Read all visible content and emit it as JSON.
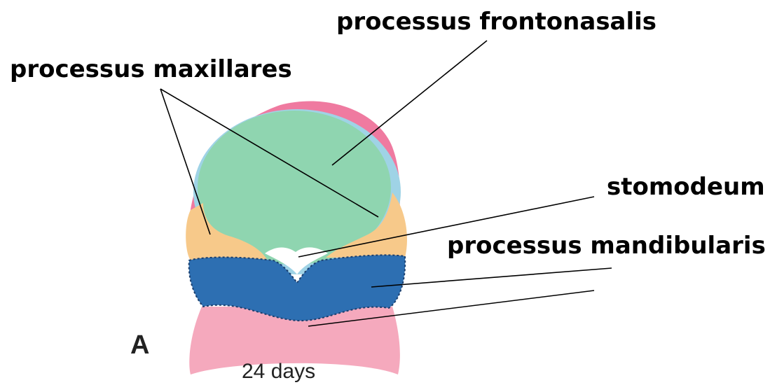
{
  "labels": {
    "frontonasal": "processus frontonasalis",
    "maxillary": "processus maxillares",
    "stomodeum": "stomodeum",
    "mandibular": "processus mandibularis"
  },
  "panel_letter": "A",
  "age_caption": "24 days",
  "colors": {
    "frontonasal": "#8fd5b0",
    "frontonasal_rim": "#9fd3e6",
    "head_pink": "#ef7aa0",
    "maxillary": "#f7c98a",
    "stomodeum": "#ffffff",
    "mandibular": "#2d6fb2",
    "neck": "#f5a9bd"
  }
}
